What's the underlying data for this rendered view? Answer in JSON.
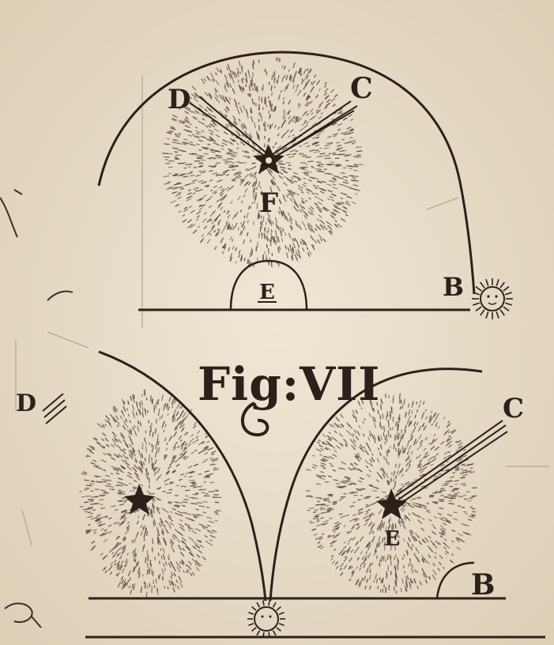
{
  "figure": {
    "caption": "Fig:VII",
    "top": {
      "label_d": "D",
      "label_c": "C",
      "label_f": "F",
      "label_e": "E",
      "label_b": "B"
    },
    "bottom": {
      "label_d": "D",
      "label_c": "C",
      "label_e": "E",
      "label_b": "B"
    }
  },
  "colors": {
    "paper": "#eadfcb",
    "ink": "#2b211a",
    "shade": "#5a4a3e"
  }
}
